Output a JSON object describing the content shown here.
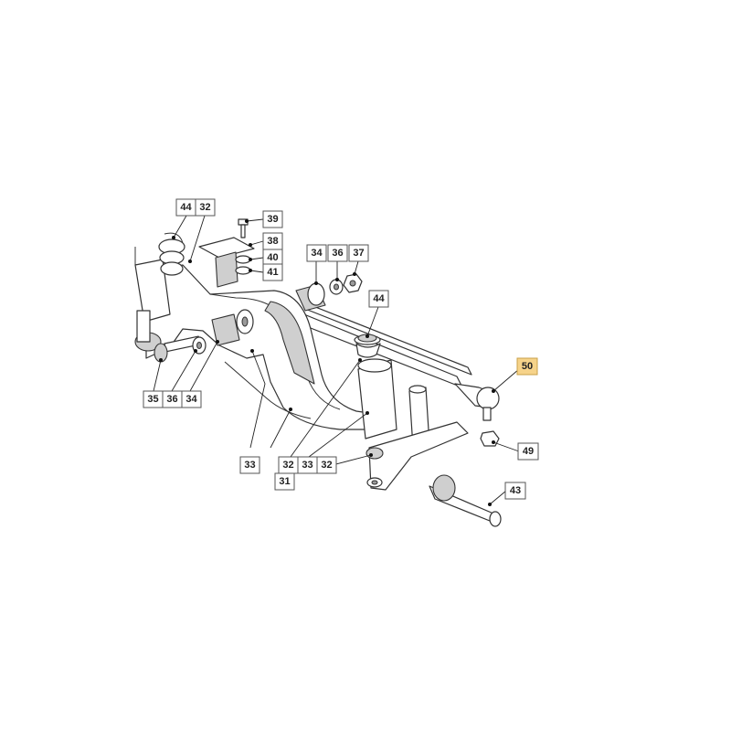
{
  "callouts": {
    "c44a": "44",
    "c32a": "32",
    "c39": "39",
    "c38": "38",
    "c40": "40",
    "c41": "41",
    "c34a": "34",
    "c36a": "36",
    "c37": "37",
    "c44b": "44",
    "c50": "50",
    "c35": "35",
    "c36b": "36",
    "c34b": "34",
    "c33a": "33",
    "c32b": "32",
    "c33b": "33",
    "c32c": "32",
    "c31": "31",
    "c49": "49",
    "c43": "43"
  },
  "colors": {
    "highlight": "#f6d38a",
    "line": "#333333"
  }
}
